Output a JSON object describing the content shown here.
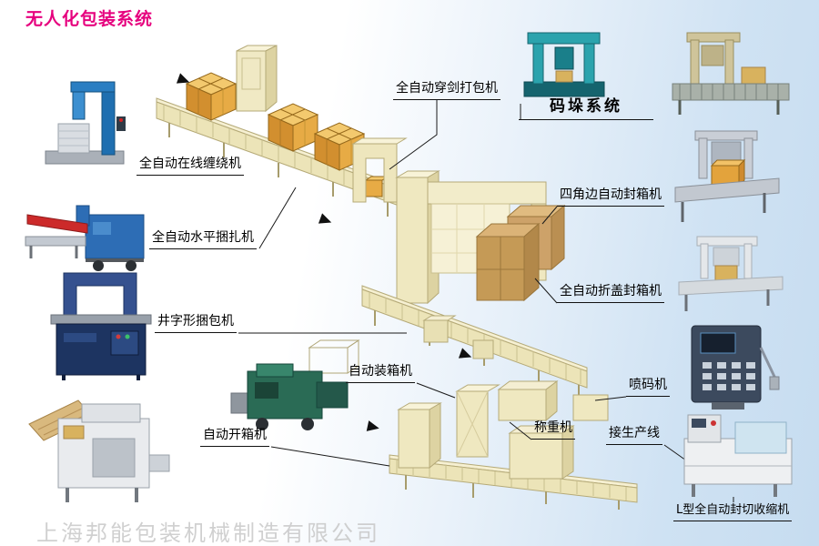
{
  "title": "无人化包装系统",
  "watermark": "上海邦能包装机械制造有限公司",
  "colors": {
    "c-title": "#e6007e",
    "c-bg-tint": "#c6dcf0",
    "c-cream": "#efe8c0",
    "c-box-orange": "#e7ab45",
    "c-carton": "#c59a56",
    "c-line": "#1a1a1a"
  },
  "labels": {
    "sword_strapper": "全自动穿剑打包机",
    "palletizing_system": "码垛系统",
    "inline_wrapper": "全自动在线缠绕机",
    "four_corner_sealer": "四角边自动封箱机",
    "horizontal_strapper": "全自动水平捆扎机",
    "flap_folding_sealer": "全自动折盖封箱机",
    "cross_strapper": "井字形捆包机",
    "case_packer": "自动装箱机",
    "inkjet_coder": "喷码机",
    "case_erector": "自动开箱机",
    "weigher": "称重机",
    "to_production_line": "接生产线",
    "l_shrink_sealer": "L型全自动封切收缩机"
  }
}
